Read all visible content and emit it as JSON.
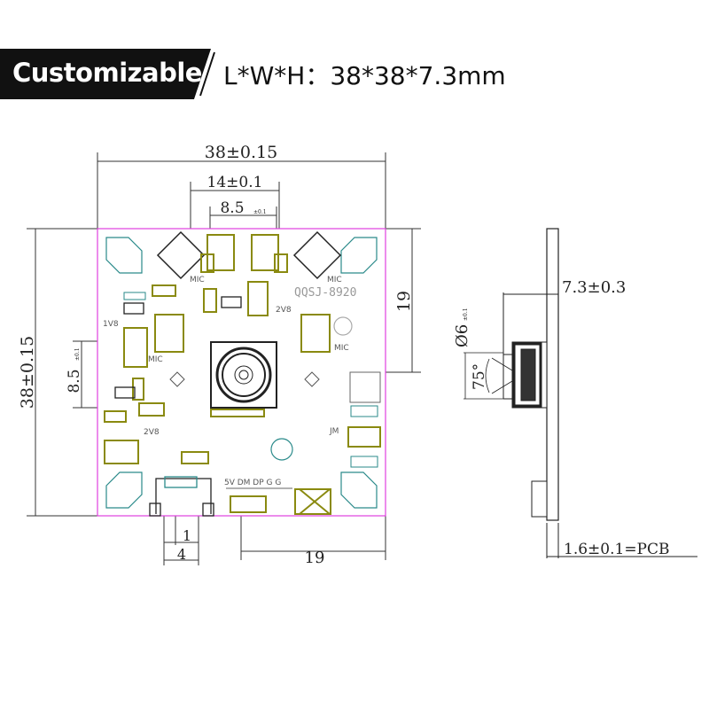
{
  "header": {
    "badge": "Customizable",
    "spec": "L*W*H：38*38*7.3mm"
  },
  "drawing": {
    "top_width": "38±0.15",
    "mic_spacing": "14±0.1",
    "sensor_width": "8.5",
    "sensor_width_tol": "±0.1",
    "left_height": "38±0.15",
    "sensor_height": "8.5",
    "sensor_height_tol": "±0.1",
    "right_offset": "19",
    "bottom_offset": "19",
    "usb_pin": "1",
    "usb_width": "4",
    "model": "QQSJ-8920",
    "silk": {
      "mic": "MIC",
      "v18": "1V8",
      "v28": "2V8",
      "jm": "JM",
      "usb_pins": "5V DM DP G G"
    }
  },
  "side_view": {
    "height": "7.3±0.3",
    "lens_dia": "Ø6",
    "lens_dia_tol": "±0.1",
    "fov": "75°",
    "pcb": "1.6±0.1=PCB"
  },
  "colors": {
    "outline": "#e040e0",
    "pad": "#8a8a10",
    "copper": "#2a8a8a"
  }
}
